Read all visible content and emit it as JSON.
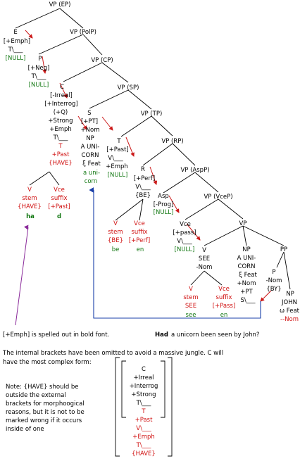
{
  "colors": {
    "text": "#000000",
    "red": "#d01010",
    "green": "#117711",
    "blue_line": "#1a3fa8",
    "purple_line": "#8a2a9a",
    "arrow": "#cc1a1a"
  },
  "tree": {
    "vp_ep": "VP (EP)",
    "vp_polp": "VP (PolP)",
    "vp_cp": "VP (CP)",
    "vp_sp": "VP (SP)",
    "vp_tp": "VP (TP)",
    "vp_rp": "VP (RP)",
    "vp_aspp": "VP (AspP)",
    "vp_vcep": "VP (VceP)",
    "vp_low": "VP",
    "pp": "PP",
    "e_label": "E",
    "e_feat": "[+Emph]",
    "e_t": "T\\___",
    "e_null": "[NULL]",
    "p_label": "P",
    "p_feat": "[+Neg]",
    "p_t": "T\\___",
    "p_null": "[NULL]",
    "c_label": "C",
    "c_irreal": "[-Irreal]",
    "c_interrog": "[+Interrog]",
    "c_q": "(+Q)",
    "c_strong": "+Strong",
    "c_emph": "+Emph",
    "c_t": "T\\___",
    "c_t_red": "T",
    "c_past": "+Past",
    "c_have": "{HAVE}",
    "s_label": "S",
    "s_pt": "[+PT]",
    "s_nom": "+Nom",
    "s_np": "NP",
    "s_a": "A UNI-",
    "s_corn": "CORN",
    "s_feat": "ξ Feat",
    "s_word1": "a uni-",
    "s_word2": "corn",
    "t_label": "T",
    "t_past": "[+Past]",
    "t_v": "V\\___",
    "t_emph": "+Emph",
    "t_null": "[NULL]",
    "r_label": "R",
    "r_perf": "[+Perf]",
    "r_v": "V\\___",
    "r_be": "{BE}",
    "asp_label": "Asp",
    "asp_prog": "[-Prog]",
    "asp_null": "[NULL]",
    "vce_label": "Vce",
    "vce_pass": "[+pass]",
    "vce_v": "V\\___",
    "vce_null": "[NULL]",
    "v_label": "V",
    "v_see": "SEE",
    "v_nom": "-Nom",
    "np2_label": "NP",
    "np2_a": "A UNI-",
    "np2_corn": "CORN",
    "np2_feat": "ξ Feat",
    "np2_nom": "+Nom",
    "np2_pt": "+PT",
    "np2_s": "S\\___",
    "pp_p": "P",
    "pp_nom": "-Nom",
    "pp_by": "{BY}",
    "pp_np": "NP",
    "pp_john": "JOHN",
    "pp_feat": "ω Feat",
    "pp_nom2": "--Nom",
    "have_leaf": {
      "v_stem_1": "V",
      "v_stem_2": "stem",
      "v_stem_3": "{HAVE}",
      "vce_1": "Vce",
      "vce_2": "suffix",
      "vce_3": "[+Past]",
      "word_stem": "ha",
      "word_suffix": "d"
    },
    "be_leaf": {
      "v_stem_1": "V",
      "v_stem_2": "stem",
      "v_stem_3": "{BE}",
      "vce_1": "Vce",
      "vce_2": "suffix",
      "vce_3": "[+Perf]",
      "word_stem": "be",
      "word_suffix": "en"
    },
    "see_leaf": {
      "v_stem_1": "V",
      "v_stem_2": "stem",
      "v_stem_3": "SEE",
      "vce_1": "Vce",
      "vce_2": "suffix",
      "vce_3": "[+Pass]",
      "word_stem": "see",
      "word_suffix": "en"
    }
  },
  "notes": {
    "emph_note": "[+Emph] is spelled out in bold font.",
    "sentence_bold": "Had",
    "sentence_rest": "a unicorn been seen by John?",
    "brackets_line1": "The internal brackets have been omitted to avoid a massive jungle. C will",
    "brackets_line2": "have the most complex form:",
    "have_note_1": "Note: {HAVE} should be",
    "have_note_2": "outside the external",
    "have_note_3": "brackets for morphoogical",
    "have_note_4": "reasons, but it is not to be",
    "have_note_5": "marked wrong if it occurs",
    "have_note_6": "inside of one"
  },
  "complex_c": {
    "c": "C",
    "irreal": "+Irreal",
    "interrog": "+Interrog",
    "strong": "+Strong",
    "t1": "T\\___",
    "t_red": "T",
    "past": "+Past",
    "v": "V\\___",
    "emph": "+Emph",
    "t2": "T\\___",
    "have": "{HAVE}"
  }
}
